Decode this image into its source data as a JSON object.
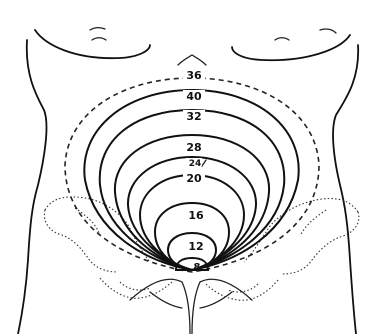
{
  "diagram": {
    "week_labels": [
      "36",
      "40",
      "32",
      "28",
      "24",
      "20",
      "16",
      "12",
      "8"
    ]
  }
}
